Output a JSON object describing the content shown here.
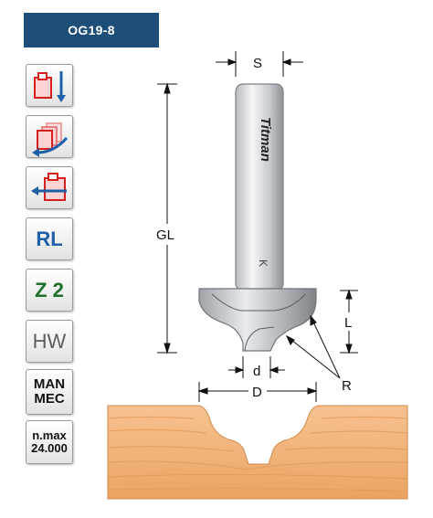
{
  "header": {
    "code": "OG19-8"
  },
  "icons": {
    "direction_icons": [
      "vertical-plunge-icon",
      "sweep-cut-icon",
      "horizontal-cut-icon"
    ],
    "rotation": "RL",
    "flutes": "Z 2",
    "material": "HW",
    "usage_line1": "MAN",
    "usage_line2": "MEC",
    "speed_line1": "n.max",
    "speed_line2": "24.000"
  },
  "drawing": {
    "brand": "Titman",
    "shank_mark": "K",
    "dims": {
      "shank": "S",
      "gl": "GL",
      "l": "L",
      "d_small": "d",
      "d_large": "D",
      "r": "R"
    }
  },
  "colors": {
    "header_bg": "#1d4e78",
    "rl_blue": "#1d60a8",
    "z2_green": "#1e6e2c",
    "wood_light": "#f3b476",
    "wood_dark": "#d98a45"
  }
}
